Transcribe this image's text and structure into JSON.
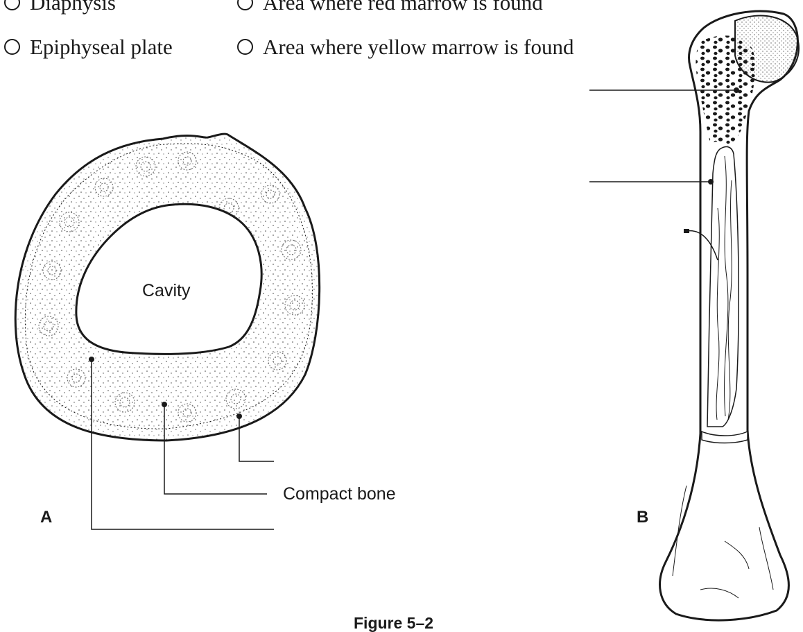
{
  "options": [
    {
      "label": "Diaphysis"
    },
    {
      "label": "Area where red marrow is found"
    },
    {
      "label": "Epiphyseal plate"
    },
    {
      "label": "Area where yellow marrow is found"
    }
  ],
  "figure_a": {
    "letter": "A",
    "cavity_label": "Cavity",
    "compact_label": "Compact bone"
  },
  "figure_b": {
    "letter": "B"
  },
  "caption": "Figure 5–2",
  "colors": {
    "ink": "#1a1a1a",
    "stipple": "#6a6a6a"
  }
}
